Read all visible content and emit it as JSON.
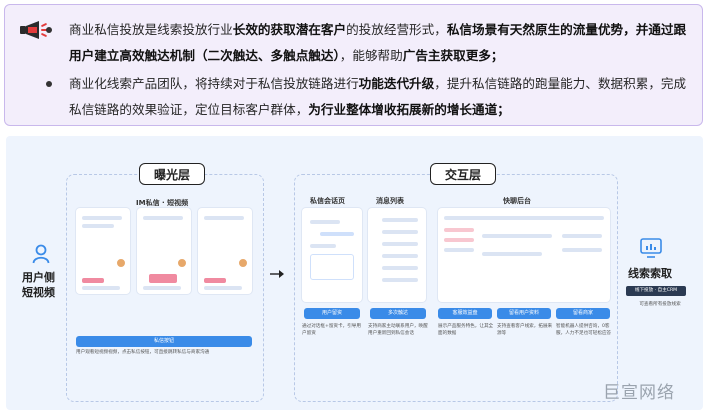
{
  "note": {
    "p1": [
      {
        "t": "商业私信投放是线索投放行业",
        "b": false
      },
      {
        "t": "长效的获取潜在客户",
        "b": true
      },
      {
        "t": "的投放经营形式，",
        "b": false
      },
      {
        "t": "私信场景有天然原生的流量优势，并通过跟用户建立高效触达机制（二次触达、多触点触达）",
        "b": true
      },
      {
        "t": "，能够帮助",
        "b": false
      },
      {
        "t": "广告主获取更多；",
        "b": true
      }
    ],
    "p2": [
      {
        "t": "商业化线索产品团队，将持续对于私信投放链路进行",
        "b": false
      },
      {
        "t": "功能迭代升级",
        "b": true
      },
      {
        "t": "，提升私信链路的跑量能力、数据积累，完成私信链路的效果验证，定位目标客户群体，",
        "b": false
      },
      {
        "t": "为行业整体增收拓展新的增长通道；",
        "b": true
      }
    ]
  },
  "diagram": {
    "left_label": "用户侧\n短视频",
    "exposure": {
      "title": "曝光层",
      "subtitle": "IM私信 · 短视频",
      "button": "私信按钮",
      "caption": "用户观看短视频视频，点击私信按钮，可直接跳转私信与商家沟通"
    },
    "interaction": {
      "title": "交互层",
      "columns": [
        {
          "title": "私信会话页",
          "button": "用户留资",
          "caption": "通过对话框+留资卡，引导用户留资"
        },
        {
          "title": "消息列表",
          "button": "多次触达",
          "caption": "支持商家主动联系用户，唤醒用户重新回到私信会话"
        },
        {
          "title": "快聊后台",
          "button": "",
          "buttons": [
            "客服效益盘",
            "留看用户资料",
            "留看商家"
          ],
          "captions": [
            "展示产品服务特色，让其全面的数据",
            "支持查看客户线索，拓展来源等",
            "智能机器人提供咨询，0客服，人力不足也可轻松应答"
          ]
        }
      ]
    },
    "right": {
      "title": "线索索取",
      "chip": "线下投放 · 自主CRM",
      "caption": "可查看所有投放线索"
    }
  },
  "watermark": "巨宣网络",
  "colors": {
    "accent": "#3a8be8",
    "box_bg": "#f3eefb",
    "box_border": "#c9b8ec",
    "diagram_bg": "#eef4fd",
    "pink": "#f08aa0"
  }
}
